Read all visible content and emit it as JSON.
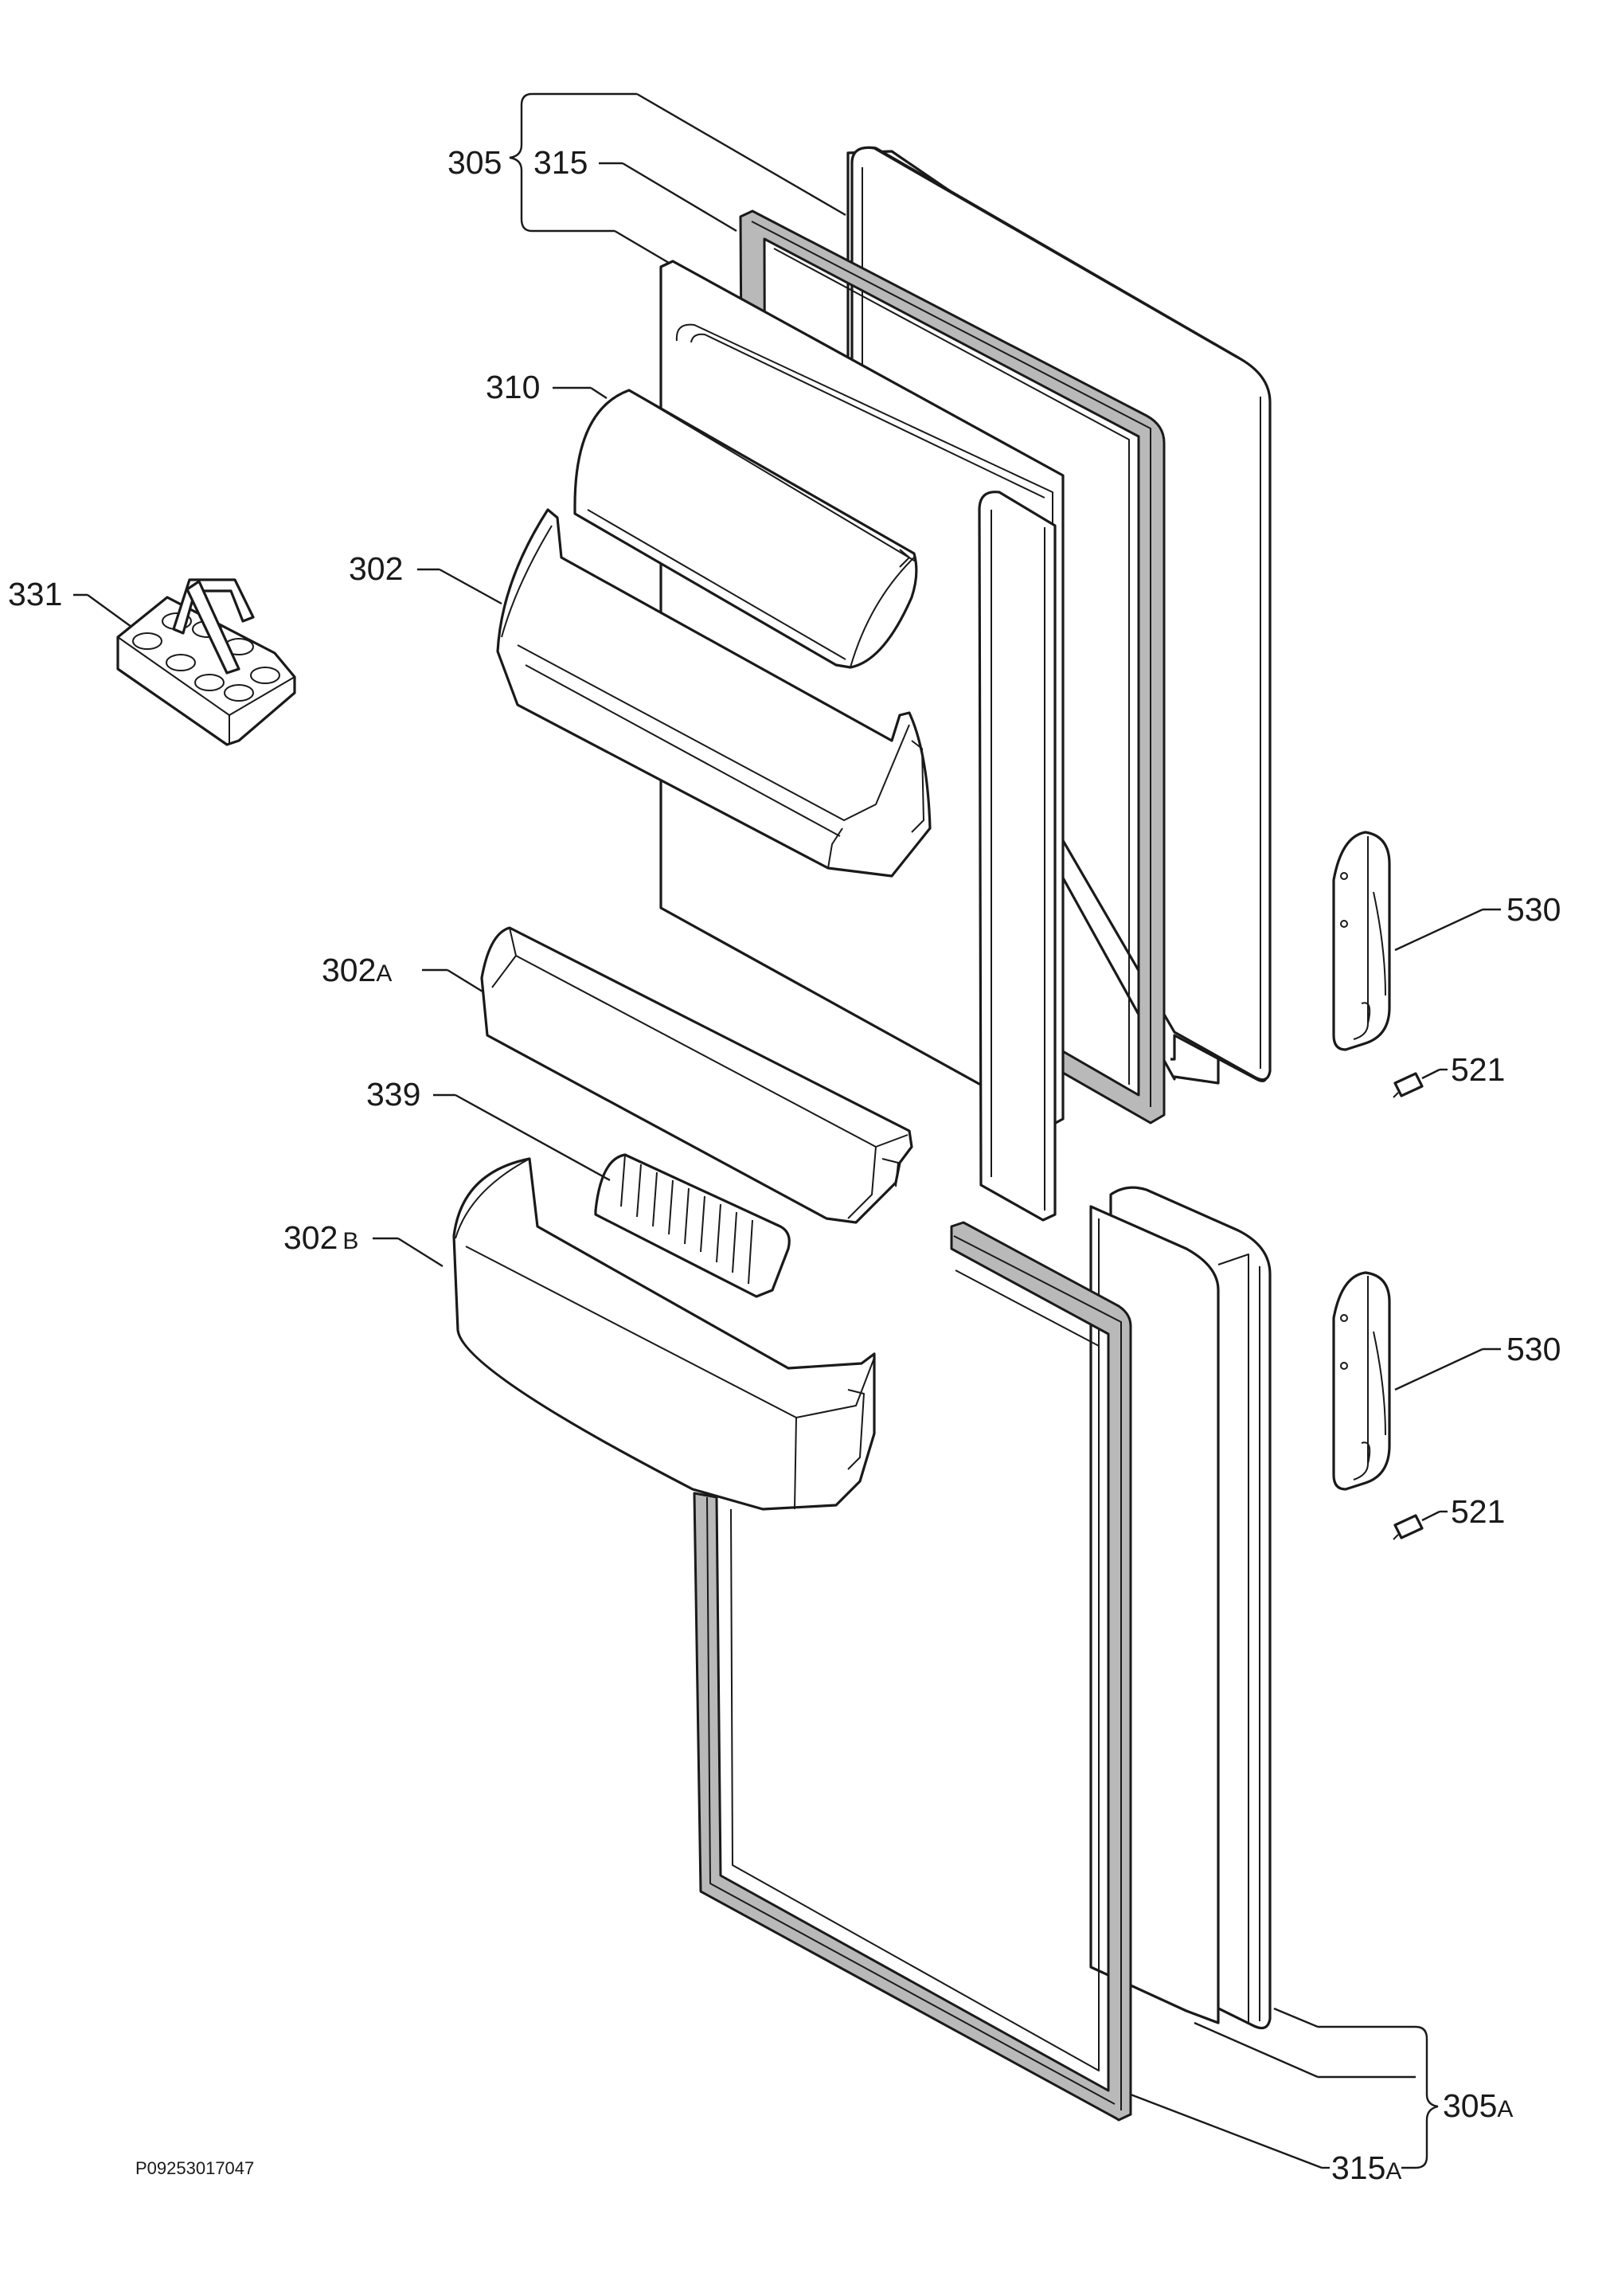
{
  "labels": {
    "l305": "305",
    "l315": "315",
    "l310": "310",
    "l302": "302",
    "l331": "331",
    "l302a_num": "302",
    "l302a_sub": "A",
    "l339": "339",
    "l302b_num": "302",
    "l302b_sub": "B",
    "l530_top": "530",
    "l521_top": "521",
    "l530_bottom": "530",
    "l521_bottom": "521",
    "l305a_num": "305",
    "l305a_sub": "A",
    "l315a_num": "315",
    "l315a_sub": "A"
  },
  "drawing_code": "P09253017047",
  "colors": {
    "line": "#1a1a1a",
    "gasket": "#b9b9b9",
    "paper": "#ffffff"
  }
}
